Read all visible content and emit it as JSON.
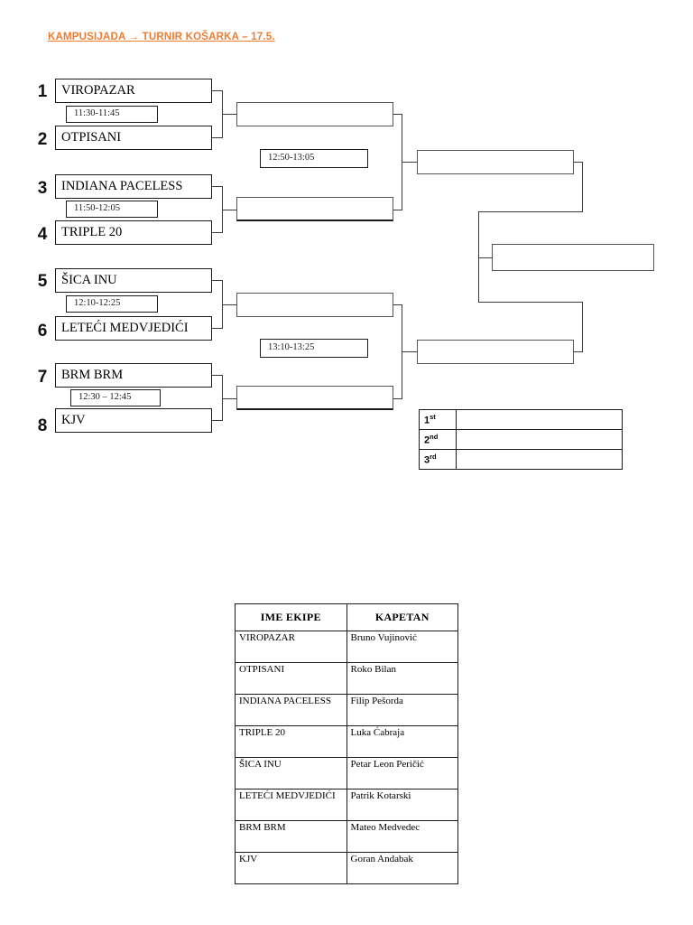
{
  "document": {
    "title": "KAMPUSIJADA → TURNIR KOŠARKA – 17.5.",
    "title_color": "#ED7D31"
  },
  "bracket": {
    "round1": [
      {
        "seed": "1",
        "team": "VIROPAZAR"
      },
      {
        "seed": "2",
        "team": "OTPISANI"
      },
      {
        "seed": "3",
        "team": "INDIANA PACELESS"
      },
      {
        "seed": "4",
        "team": "TRIPLE 20"
      },
      {
        "seed": "5",
        "team": "ŠICA INU"
      },
      {
        "seed": "6",
        "team": "LETEĆI MEDVJEDIĆI"
      },
      {
        "seed": "7",
        "team": "BRM BRM"
      },
      {
        "seed": "8",
        "team": "KJV"
      }
    ],
    "round1_times": [
      {
        "time": "11:30-11:45"
      },
      {
        "time": "11:50-12:05"
      },
      {
        "time": "12:10-12:25"
      },
      {
        "time": "12:30 – 12:45"
      }
    ],
    "semifinal_times": [
      {
        "time": "12:50-13:05"
      },
      {
        "time": "13:10-13:25"
      }
    ],
    "quarterfinal_slots": [
      {
        "winner": ""
      },
      {
        "winner": ""
      },
      {
        "winner": ""
      },
      {
        "winner": ""
      }
    ],
    "semifinal_slots": [
      {
        "winner": ""
      },
      {
        "winner": ""
      }
    ],
    "final_slot": {
      "winner": ""
    }
  },
  "podium": {
    "rows": [
      {
        "rank": "1",
        "ordinal": "st",
        "value": ""
      },
      {
        "rank": "2",
        "ordinal": "nd",
        "value": ""
      },
      {
        "rank": "3",
        "ordinal": "rd",
        "value": ""
      }
    ]
  },
  "roster": {
    "headers": {
      "team": "IME EKIPE",
      "captain": "KAPETAN"
    },
    "rows": [
      {
        "team": "VIROPAZAR",
        "captain": "Bruno Vujinović"
      },
      {
        "team": "OTPISANI",
        "captain": "Roko Bilan"
      },
      {
        "team": "INDIANA PACELESS",
        "captain": "Filip Pešorda"
      },
      {
        "team": "TRIPLE 20",
        "captain": "Luka Ćabraja"
      },
      {
        "team": "ŠICA INU",
        "captain": "Petar Leon Peričić"
      },
      {
        "team": "LETEĆI MEDVJEDIĆI",
        "captain": "Patrik Kotarski"
      },
      {
        "team": "BRM BRM",
        "captain": "Mateo Medvedec"
      },
      {
        "team": "KJV",
        "captain": "Goran Andabak"
      }
    ]
  }
}
